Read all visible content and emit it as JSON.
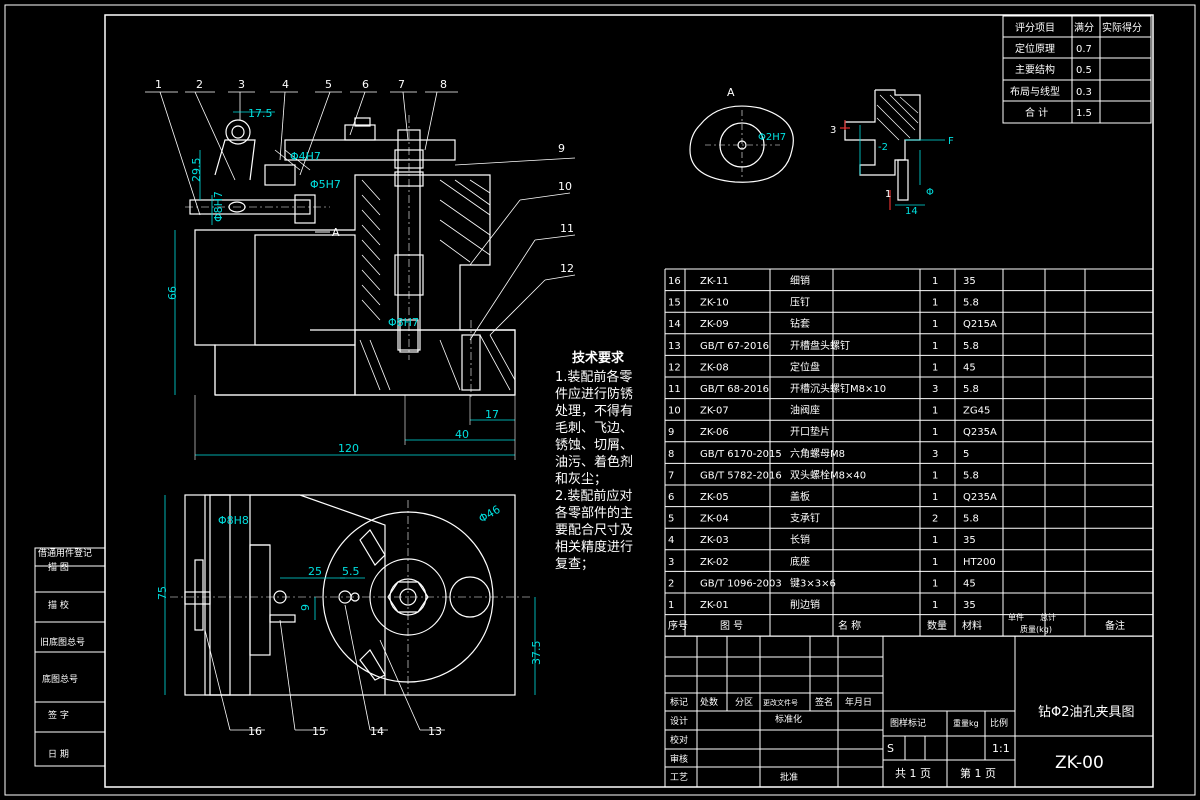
{
  "score_table": {
    "headers": [
      "评分项目",
      "满分",
      "实际得分"
    ],
    "rows": [
      {
        "item": "定位原理",
        "full": "0.7",
        "actual": ""
      },
      {
        "item": "主要结构",
        "full": "0.5",
        "actual": ""
      },
      {
        "item": "布局与线型",
        "full": "0.3",
        "actual": ""
      },
      {
        "item": "合 计",
        "full": "1.5",
        "actual": ""
      }
    ]
  },
  "balloons": [
    "1",
    "2",
    "3",
    "4",
    "5",
    "6",
    "7",
    "8",
    "9",
    "10",
    "11",
    "12",
    "13",
    "14",
    "15",
    "16"
  ],
  "dimensions": {
    "d17_5": "17.5",
    "d29_5": "29.5",
    "d8H7_left": "Φ8H7",
    "d4H7": "Φ4H7",
    "d5H7": "Φ5H7",
    "d66": "66",
    "d8H7_mid": "Φ8H7",
    "d17": "17",
    "d40": "40",
    "d120": "120",
    "d8H8": "Φ8H8",
    "d46": "Φ46",
    "d25": "25",
    "d5_5": "5.5",
    "d9": "9",
    "d75": "75",
    "d37_5": "37.5",
    "d2H7": "Φ2H7",
    "d14": "14",
    "dA": "A",
    "dA_arrow": "A",
    "dF": "F",
    "d_minus2": "-2",
    "d_phi_small": "Φ"
  },
  "detail_labels": {
    "l3": "3",
    "l1": "1"
  },
  "tech_requirements": {
    "title": "技术要求",
    "lines": [
      "1.装配前各零",
      "件应进行防锈",
      "处理，不得有",
      "毛刺、飞边、",
      "锈蚀、切屑、",
      "油污、着色剂",
      "和灰尘；",
      "2.装配前应对",
      "各零部件的主",
      "要配合尺寸及",
      "相关精度进行",
      "复查；"
    ]
  },
  "bom": {
    "rows": [
      {
        "no": "16",
        "code": "ZK-11",
        "name": "细销",
        "qty": "1",
        "mat": "35"
      },
      {
        "no": "15",
        "code": "ZK-10",
        "name": "压钉",
        "qty": "1",
        "mat": "5.8"
      },
      {
        "no": "14",
        "code": "ZK-09",
        "name": "钻套",
        "qty": "1",
        "mat": "Q215A"
      },
      {
        "no": "13",
        "code": "GB/T 67-2016",
        "name": "开槽盘头螺钉",
        "qty": "1",
        "mat": "5.8"
      },
      {
        "no": "12",
        "code": "ZK-08",
        "name": "定位盘",
        "qty": "1",
        "mat": "45"
      },
      {
        "no": "11",
        "code": "GB/T 68-2016",
        "name": "开槽沉头螺钉M8×10",
        "qty": "3",
        "mat": "5.8"
      },
      {
        "no": "10",
        "code": "ZK-07",
        "name": "油阀座",
        "qty": "1",
        "mat": "ZG45"
      },
      {
        "no": "9",
        "code": "ZK-06",
        "name": "开口垫片",
        "qty": "1",
        "mat": "Q235A"
      },
      {
        "no": "8",
        "code": "GB/T 6170-2015",
        "name": "六角螺母M8",
        "qty": "3",
        "mat": "5"
      },
      {
        "no": "7",
        "code": "GB/T 5782-2016",
        "name": "双头螺栓M8×40",
        "qty": "1",
        "mat": "5.8"
      },
      {
        "no": "6",
        "code": "ZK-05",
        "name": "盖板",
        "qty": "1",
        "mat": "Q235A"
      },
      {
        "no": "5",
        "code": "ZK-04",
        "name": "支承钉",
        "qty": "2",
        "mat": "5.8"
      },
      {
        "no": "4",
        "code": "ZK-03",
        "name": "长销",
        "qty": "1",
        "mat": "35"
      },
      {
        "no": "3",
        "code": "ZK-02",
        "name": "底座",
        "qty": "1",
        "mat": "HT200"
      },
      {
        "no": "2",
        "code": "GB/T 1096-2003",
        "name": "键3×3×6",
        "qty": "1",
        "mat": "45"
      },
      {
        "no": "1",
        "code": "ZK-01",
        "name": "削边销",
        "qty": "1",
        "mat": "35"
      }
    ],
    "header": {
      "no": "序号",
      "code": "图  号",
      "name": "名  称",
      "qty": "数量",
      "mat": "材料",
      "single": "单件",
      "total": "总计",
      "weight": "质量(kg)",
      "remark": "备注"
    }
  },
  "title_block": {
    "drawing_name": "钻Φ2油孔夹具图",
    "drawing_no": "ZK-00",
    "rev_labels": [
      "标记",
      "处数",
      "分区",
      "更改文件号",
      "签名",
      "年月日"
    ],
    "roles": [
      "设计",
      "校对",
      "审核",
      "工艺"
    ],
    "std": "标准化",
    "approve": "批准",
    "stage_labels": [
      "图样标记",
      "重量kg",
      "比例"
    ],
    "stage": "S",
    "scale": "1:1",
    "sheets_total": "共 1 页",
    "sheet_no": "第 1 页"
  },
  "side_block": [
    "借通用件登记",
    "描  图",
    "描  校",
    "旧底图总号",
    "底图总号",
    "签  字",
    "日  期"
  ]
}
